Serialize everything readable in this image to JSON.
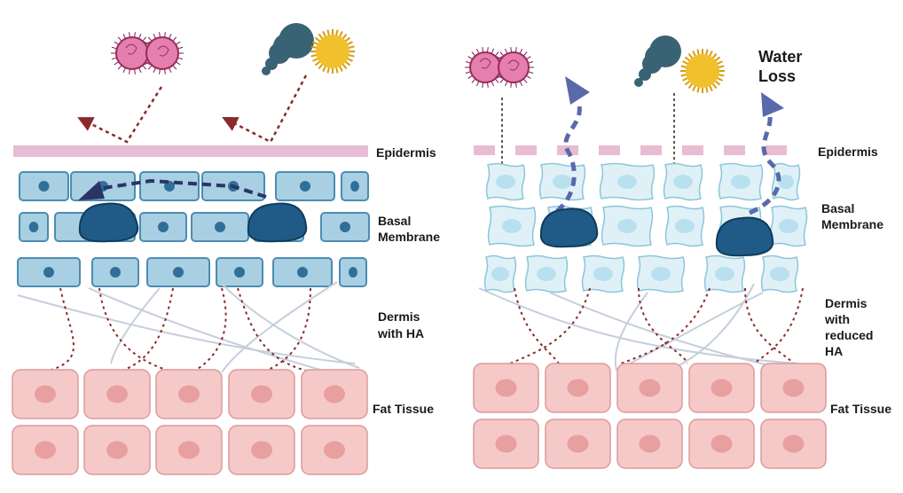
{
  "labels": {
    "left_epidermis": "Epidermis",
    "left_basal_1": "Basal",
    "left_basal_2": "Membrane",
    "left_dermis_1": "Dermis",
    "left_dermis_2": "with HA",
    "left_fat": "Fat Tissue",
    "right_water_1": "Water",
    "right_water_2": "Loss",
    "right_epidermis": "Epidermis",
    "right_basal_1": "Basal",
    "right_basal_2": "Membrane",
    "right_dermis_1": "Dermis",
    "right_dermis_2": "with",
    "right_dermis_3": "reduced",
    "right_dermis_4": "HA",
    "right_fat": "Fat Tissue"
  },
  "colors": {
    "epidermis_band": "#e8bcd2",
    "healthy_cell_fill": "#a9cfe2",
    "healthy_cell_stroke": "#4b8db3",
    "healthy_nucleus": "#2f6f9a",
    "dry_cell_fill": "#dff1f7",
    "dry_cell_stroke": "#8cc6da",
    "dry_nucleus": "#b8e0ef",
    "immune_cell": "#1f5b86",
    "fat_cell_fill": "#f6c9c9",
    "fat_cell_stroke": "#dc9a9a",
    "fat_nucleus": "#e89f9f",
    "pathogen_arrow": "#8b2a2a",
    "water_arrow": "#5a69aa",
    "fiber": "#c6cedc",
    "bacteria": "#e47fb0",
    "pollen": "#f1c12c",
    "smoke": "#3a6275"
  },
  "icons": [
    "bacteria-icon",
    "smoke-icon",
    "pollen-icon",
    "water-loss-arrow-icon",
    "immune-cell-icon"
  ]
}
